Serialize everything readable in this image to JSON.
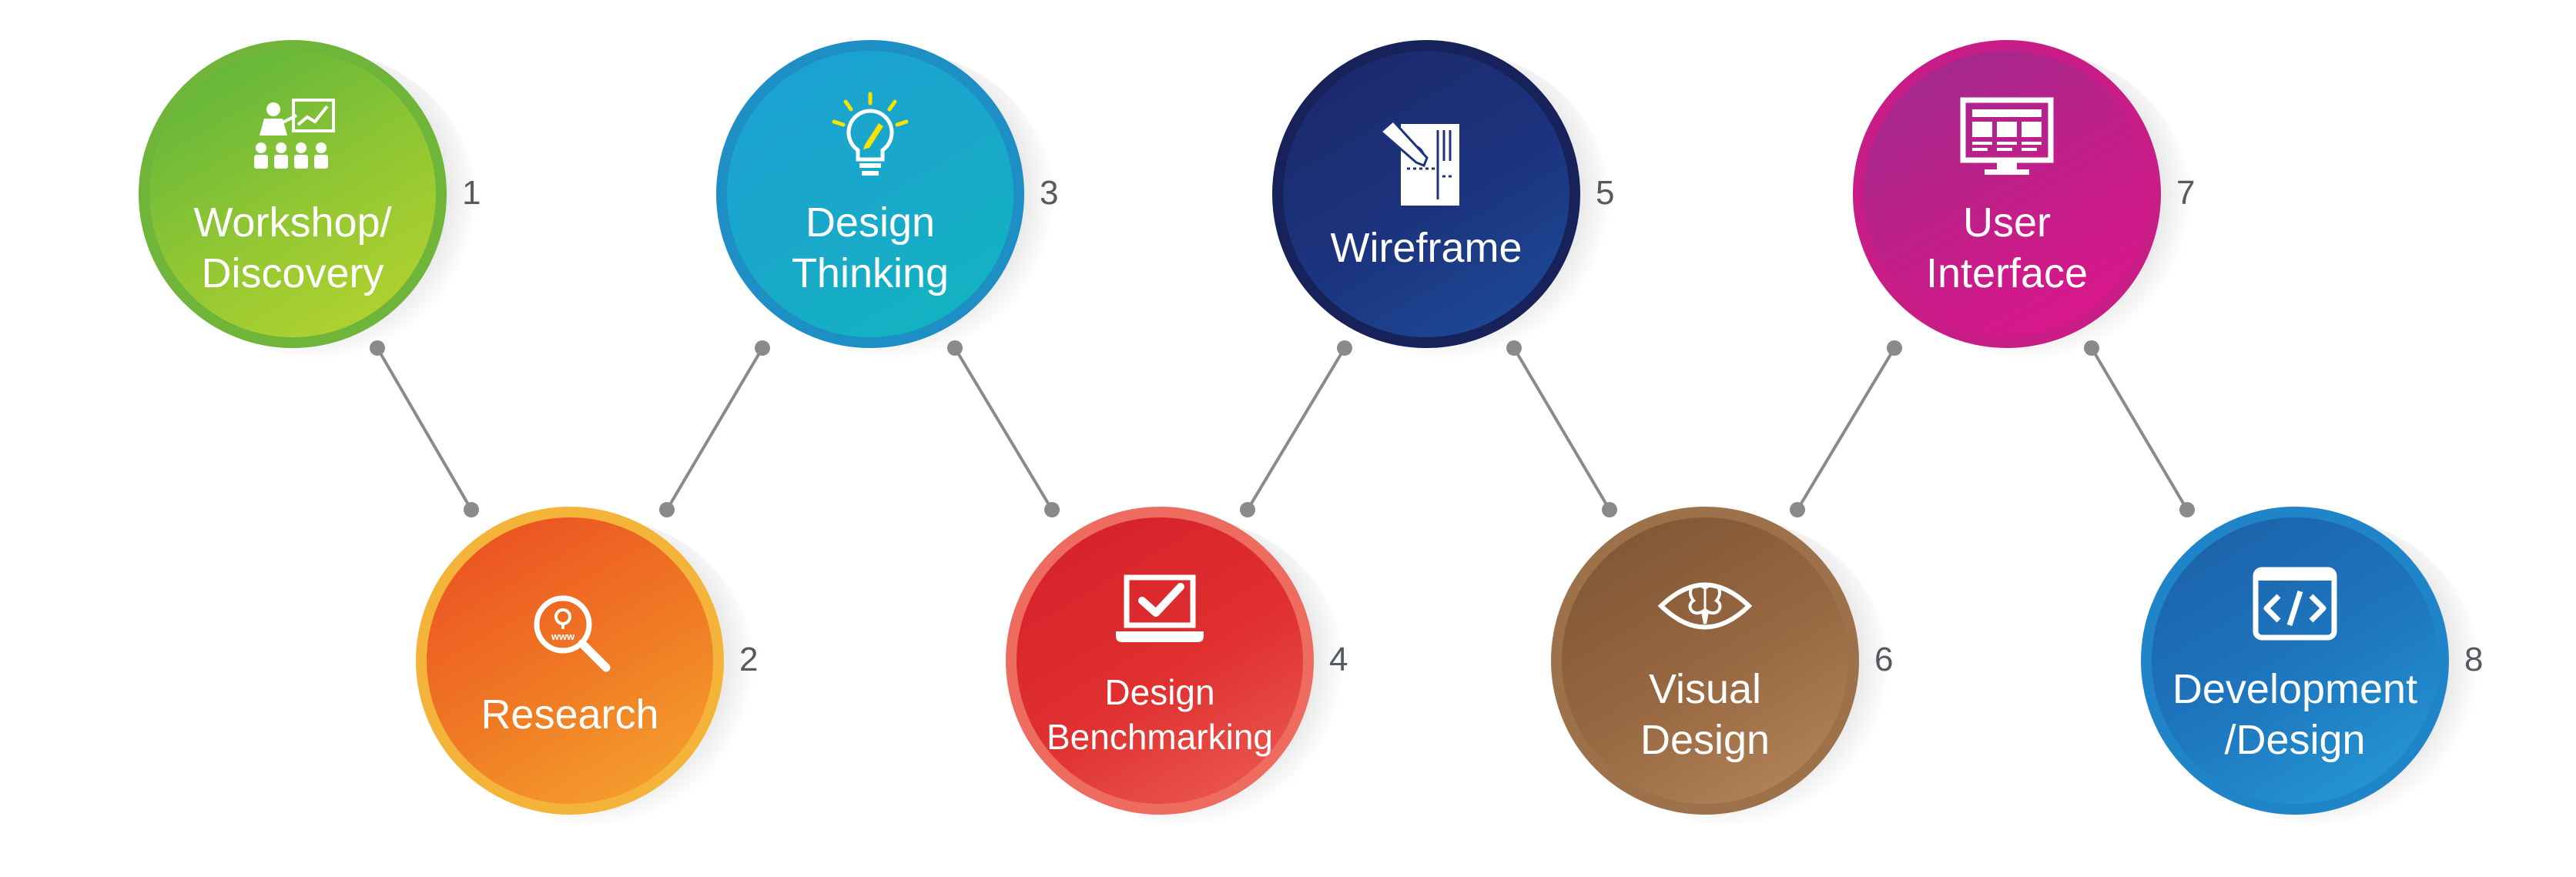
{
  "steps": [
    {
      "number": "1",
      "label_lines": [
        "Workshop/",
        "Discovery"
      ],
      "icon": "presentation-icon"
    },
    {
      "number": "2",
      "label_lines": [
        "Research"
      ],
      "icon": "search-www-icon"
    },
    {
      "number": "3",
      "label_lines": [
        "Design",
        "Thinking"
      ],
      "icon": "lightbulb-pencil-icon"
    },
    {
      "number": "4",
      "label_lines": [
        "Design",
        "Benchmarking"
      ],
      "icon": "laptop-check-icon"
    },
    {
      "number": "5",
      "label_lines": [
        "Wireframe"
      ],
      "icon": "blueprint-icon"
    },
    {
      "number": "6",
      "label_lines": [
        "Visual",
        "Design"
      ],
      "icon": "eye-butterfly-icon"
    },
    {
      "number": "7",
      "label_lines": [
        "User",
        "Interface"
      ],
      "icon": "monitor-layout-icon"
    },
    {
      "number": "8",
      "label_lines": [
        "Development",
        "/Design"
      ],
      "icon": "code-window-icon"
    }
  ],
  "colors": {
    "step_1": "#8dc63f",
    "step_2": "#f07b24",
    "step_3": "#19a9c9",
    "step_4": "#e03030",
    "step_5": "#1c347f",
    "step_6": "#996942",
    "step_7": "#c41e88",
    "step_8": "#1e78c0",
    "connector": "#8a8a8a",
    "number_text": "#555a60"
  }
}
